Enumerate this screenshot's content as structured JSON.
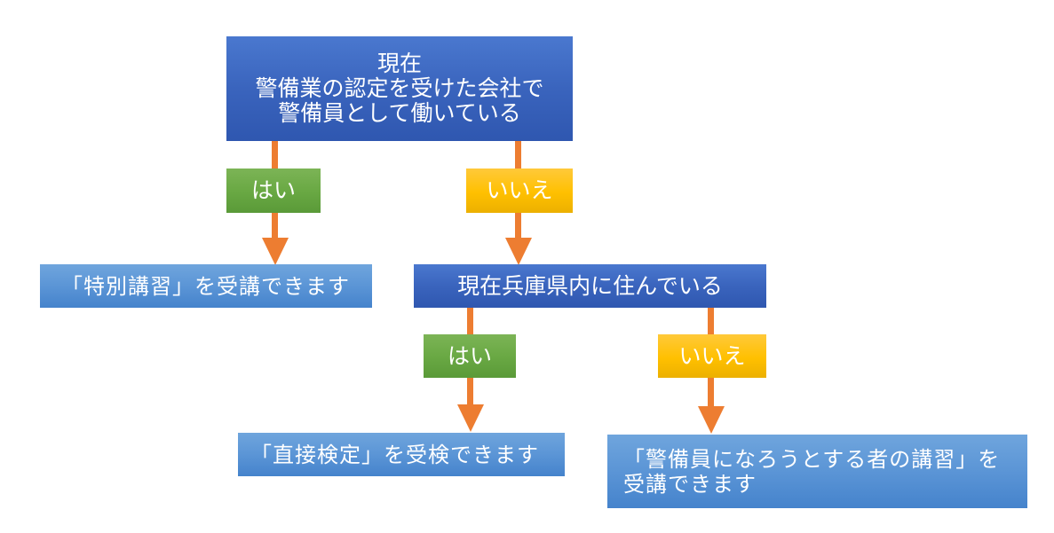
{
  "diagram": {
    "question1": {
      "lines": [
        "現在",
        "警備業の認定を受けた会社で",
        "警備員として働いている"
      ]
    },
    "question1_yes_label": "はい",
    "question1_no_label": "いいえ",
    "result_special_course": "「特別講習」を受講できます",
    "question2": "現在兵庫県内に住んでいる",
    "question2_yes_label": "はい",
    "question2_no_label": "いいえ",
    "result_direct_exam": "「直接検定」を受検できます",
    "result_new_guard_course": {
      "lines": [
        "「警備員になろうとする者の講習」を",
        "受講できます"
      ]
    },
    "colors": {
      "question_box": "#3a64bd",
      "result_box": "#5b95d6",
      "yes_label": "#6aa944",
      "no_label": "#ffc000",
      "arrow": "#ed7d31"
    }
  }
}
